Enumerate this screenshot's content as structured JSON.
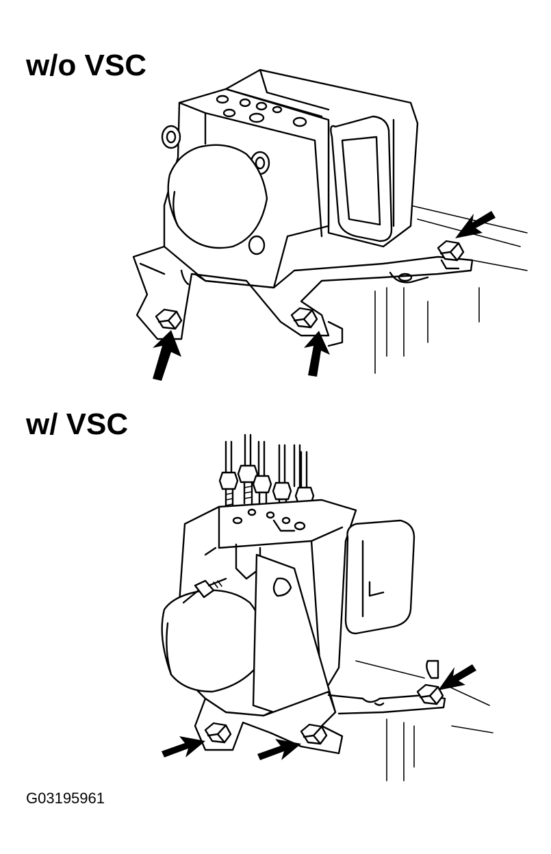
{
  "sections": [
    {
      "heading": "w/o VSC"
    },
    {
      "heading": "w/ VSC"
    }
  ],
  "figure_id": "G03195961",
  "colors": {
    "ink": "#000000",
    "paper": "#ffffff"
  }
}
